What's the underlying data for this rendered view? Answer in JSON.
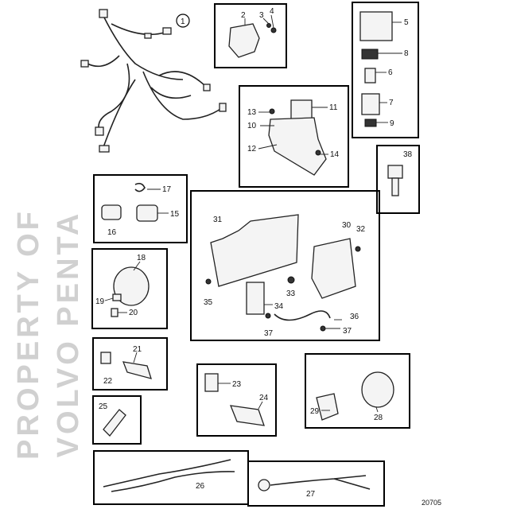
{
  "diagram": {
    "reference_number": "20705",
    "watermark": [
      "PROPERTY OF",
      "VOLVO PENTA"
    ],
    "callouts": [
      "1",
      "2",
      "3",
      "4",
      "5",
      "6",
      "7",
      "8",
      "9",
      "10",
      "11",
      "12",
      "13",
      "14",
      "15",
      "16",
      "17",
      "18",
      "19",
      "20",
      "21",
      "22",
      "23",
      "24",
      "25",
      "26",
      "27",
      "28",
      "29",
      "30",
      "31",
      "32",
      "33",
      "34",
      "35",
      "36",
      "37",
      "37",
      "38"
    ]
  }
}
